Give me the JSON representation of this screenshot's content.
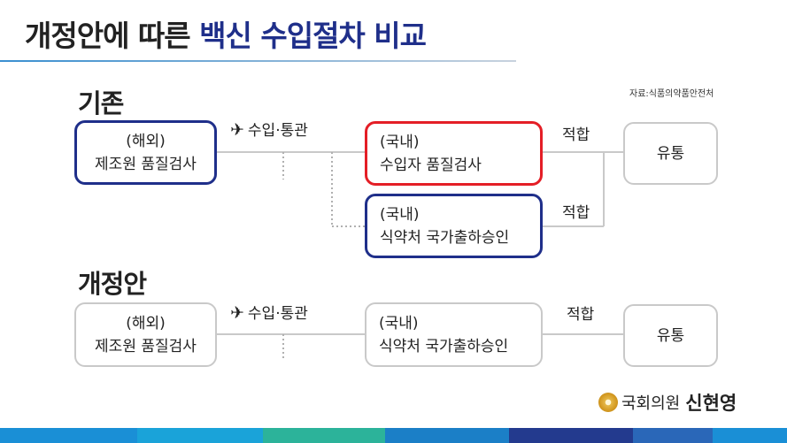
{
  "title": {
    "main": "개정안에 따른 ",
    "highlight": "백신 수입절차 비교"
  },
  "source": "자료:식품의약품안전처",
  "existing": {
    "heading": "기존",
    "overseas_box": {
      "line1": "(해외)",
      "line2": "제조원 품질검사"
    },
    "import_label": "수입·통관",
    "importer_box": {
      "line1": "(국내)",
      "line2": "수입자 품질검사"
    },
    "mfds_box": {
      "line1": "(국내)",
      "line2": "식약처 국가출하승인"
    },
    "pass_label_1": "적합",
    "pass_label_2": "적합",
    "distribution_box": "유통"
  },
  "revised": {
    "heading": "개정안",
    "overseas_box": {
      "line1": "(해외)",
      "line2": "제조원 품질검사"
    },
    "import_label": "수입·통관",
    "mfds_box": {
      "line1": "(국내)",
      "line2": "식약처 국가출하승인"
    },
    "pass_label": "적합",
    "distribution_box": "유통"
  },
  "signature": {
    "org": "국회의원",
    "name": "신현영"
  },
  "colors": {
    "navy": "#1f2f8a",
    "red": "#e41e26",
    "gray": "#c9c9c9",
    "stripes": [
      "#1a8fd6",
      "#1aa3d9",
      "#2cb39a",
      "#1b7fc7",
      "#233a8e",
      "#2a67b8",
      "#1a8fd6"
    ]
  }
}
